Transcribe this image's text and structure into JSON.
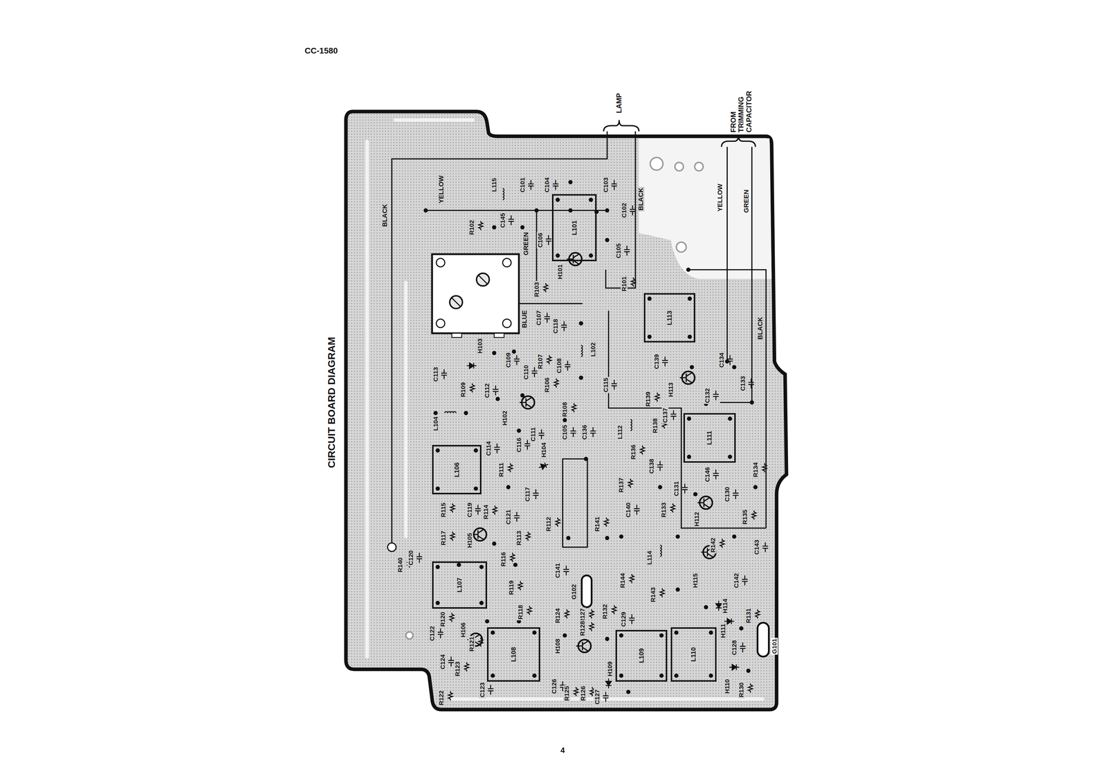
{
  "diagram": {
    "title": "CIRCUIT BOARD DIAGRAM",
    "nodes": [
      {
        "text": [
          "L101"
        ]
      },
      {
        "text": [
          "L113"
        ]
      },
      {
        "text": [
          "L106"
        ]
      },
      {
        "text": [
          "L111"
        ]
      },
      {
        "text": [
          "L107"
        ]
      },
      {
        "text": [
          "L108"
        ]
      },
      {
        "text": [
          "L109"
        ]
      },
      {
        "text": [
          "L110"
        ]
      }
    ],
    "labels": [
      "CC-1580",
      "4",
      "LAMP",
      "FROM TRIMMING CAPACITOR",
      "BLACK",
      "YELLOW",
      "GREEN",
      "BLUE",
      "BLACK",
      "YELLOW",
      "GREEN",
      "BLACK",
      "L115",
      "C101",
      "C104",
      "C103",
      "C102",
      "C145",
      "R102",
      "C106",
      "H101",
      "C105",
      "R101",
      "R103",
      "C107",
      "C118",
      "L102",
      "C108",
      "R107",
      "R106",
      "C109",
      "C110",
      "H103",
      "C113",
      "R109",
      "C112",
      "H102",
      "C115",
      "R108",
      "C105",
      "C111",
      "C116",
      "C114",
      "L104",
      "C136",
      "H104",
      "R111",
      "C117",
      "C119",
      "R114",
      "C121",
      "R115",
      "R117",
      "H105",
      "R113",
      "R116",
      "R112",
      "R141",
      "C120",
      "R140",
      "R119",
      "C141",
      "G102",
      "R118",
      "R124",
      "R127",
      "R132",
      "R144",
      "C129",
      "R143",
      "R120",
      "H106",
      "R121",
      "C122",
      "C124",
      "R123",
      "R122",
      "C123",
      "H108",
      "R128",
      "C126",
      "R125",
      "R126",
      "C127",
      "H109",
      "L114",
      "R142",
      "H115",
      "C143",
      "C142",
      "H114",
      "H111",
      "R131",
      "C128",
      "G101",
      "H110",
      "R130",
      "C140",
      "R133",
      "R137",
      "R136",
      "L112",
      "R139",
      "R138",
      "C137",
      "C138",
      "C131",
      "H112",
      "C146",
      "C130",
      "R134",
      "R135",
      "C132",
      "C133",
      "C134",
      "H113",
      "C139"
    ]
  }
}
